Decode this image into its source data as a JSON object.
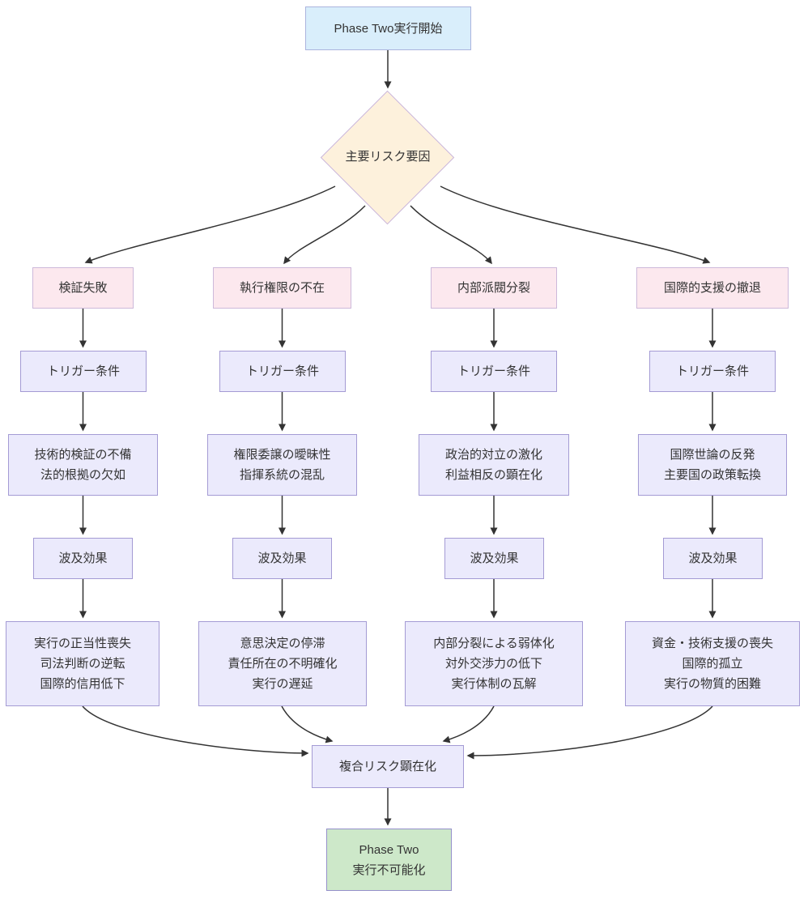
{
  "diagram": {
    "start": {
      "label": "Phase Two実行開始"
    },
    "decision": {
      "label": "主要リスク要因"
    },
    "branches": [
      {
        "risk": "検証失敗",
        "trigger": "トリガー条件",
        "conditions": [
          "技術的検証の不備",
          "法的根拠の欠如"
        ],
        "effect": "波及効果",
        "impacts": [
          "実行の正当性喪失",
          "司法判断の逆転",
          "国際的信用低下"
        ]
      },
      {
        "risk": "執行権限の不在",
        "trigger": "トリガー条件",
        "conditions": [
          "権限委譲の曖昧性",
          "指揮系統の混乱"
        ],
        "effect": "波及効果",
        "impacts": [
          "意思決定の停滞",
          "責任所在の不明確化",
          "実行の遅延"
        ]
      },
      {
        "risk": "内部派閥分裂",
        "trigger": "トリガー条件",
        "conditions": [
          "政治的対立の激化",
          "利益相反の顕在化"
        ],
        "effect": "波及効果",
        "impacts": [
          "内部分裂による弱体化",
          "対外交渉力の低下",
          "実行体制の瓦解"
        ]
      },
      {
        "risk": "国際的支援の撤退",
        "trigger": "トリガー条件",
        "conditions": [
          "国際世論の反発",
          "主要国の政策転換"
        ],
        "effect": "波及効果",
        "impacts": [
          "資金・技術支援の喪失",
          "国際的孤立",
          "実行の物質的困難"
        ]
      }
    ],
    "converge": {
      "label": "複合リスク顕在化"
    },
    "end": {
      "lines": [
        "Phase Two",
        "実行不可能化"
      ]
    }
  },
  "colors": {
    "start_fill": "#d9eefb",
    "start_border": "#abb4de",
    "decision_fill": "#fdf1dc",
    "decision_border": "#c9b5dd",
    "risk_fill": "#fce8ee",
    "risk_border": "#cdb9da",
    "node_fill": "#ebeafc",
    "node_border": "#a49bd4",
    "end_fill": "#cde8c9",
    "end_border": "#9590cb",
    "edge": "#333333",
    "text": "#333333"
  }
}
